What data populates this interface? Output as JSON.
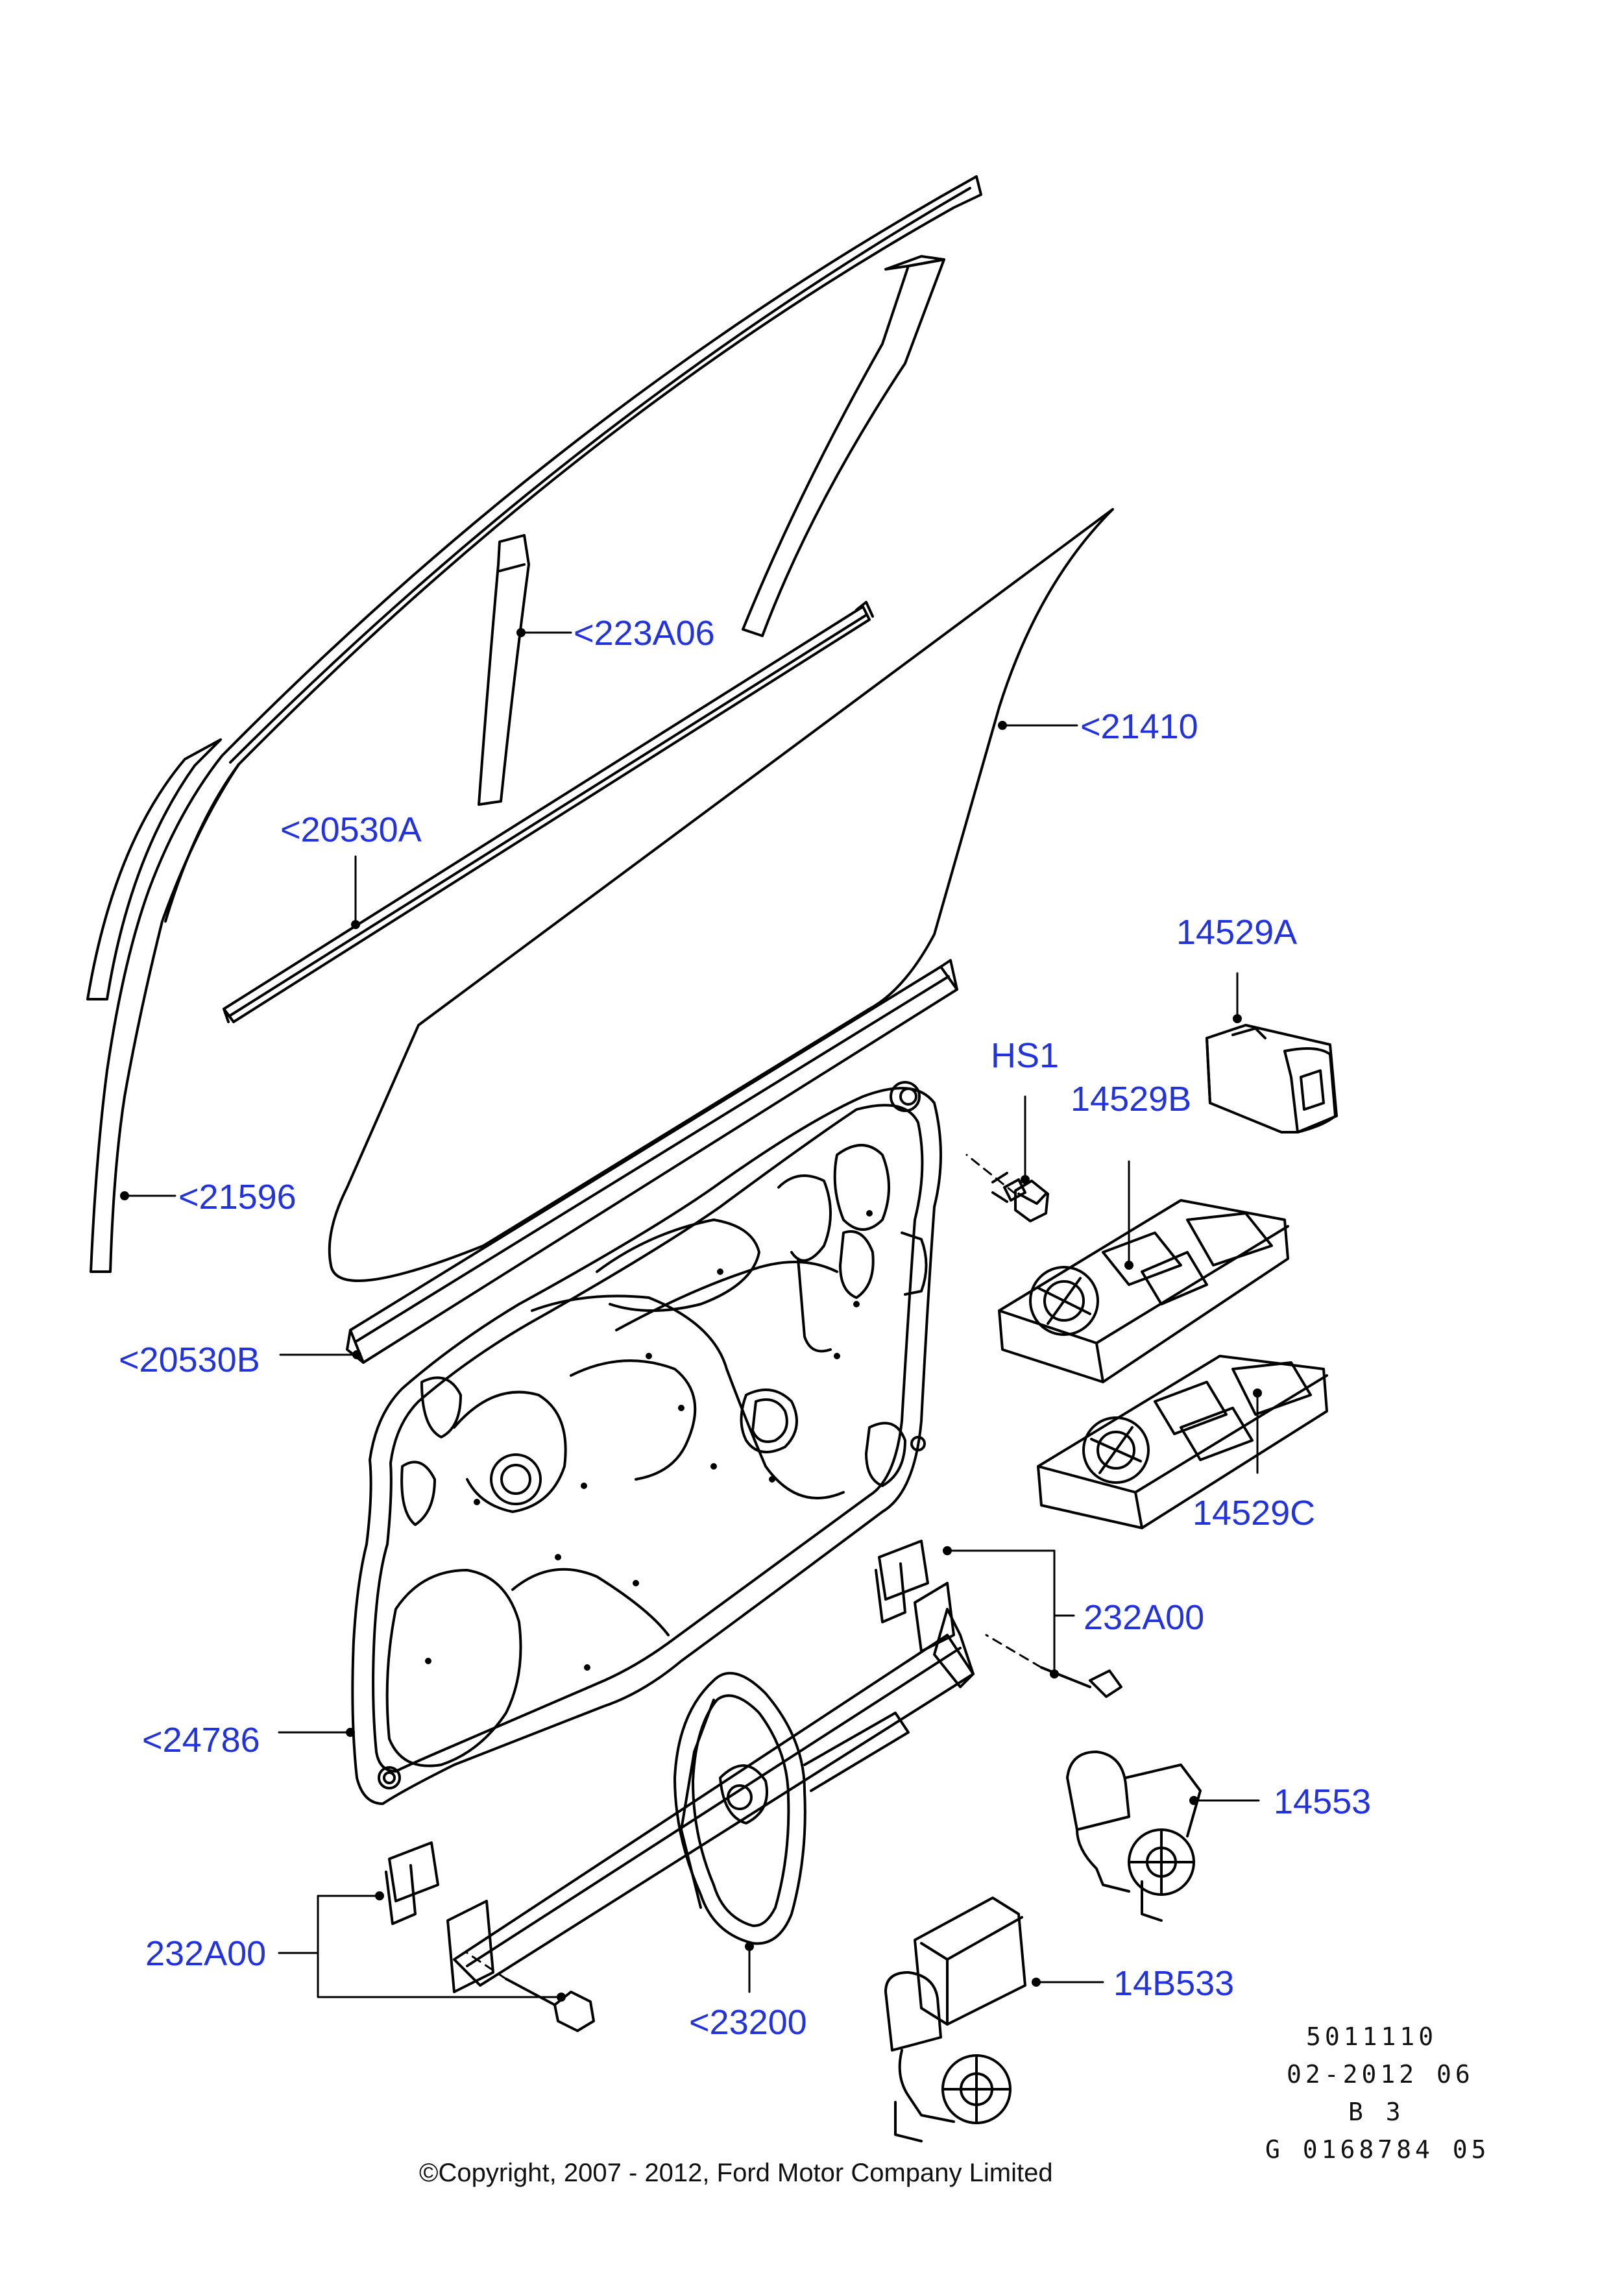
{
  "colors": {
    "label": "#2233dd",
    "line": "#000000",
    "background": "#ffffff"
  },
  "callouts": {
    "p223A06": "<223A06",
    "p21410": "<21410",
    "p20530A": "<20530A",
    "p14529A": "14529A",
    "pHS1": "HS1",
    "p14529B": "14529B",
    "p21596": "<21596",
    "p20530B": "<20530B",
    "p14529C": "14529C",
    "p232A00_right": "232A00",
    "p24786": "<24786",
    "p14553": "14553",
    "p232A00_left": "232A00",
    "p14B533": "14B533",
    "p23200": "<23200"
  },
  "meta": {
    "line1": "5011110",
    "line2": "02-2012 06",
    "line3": "B 3",
    "line4": "G 0168784 05"
  },
  "copyright": "©Copyright, 2007 - 2012, Ford Motor Company Limited"
}
